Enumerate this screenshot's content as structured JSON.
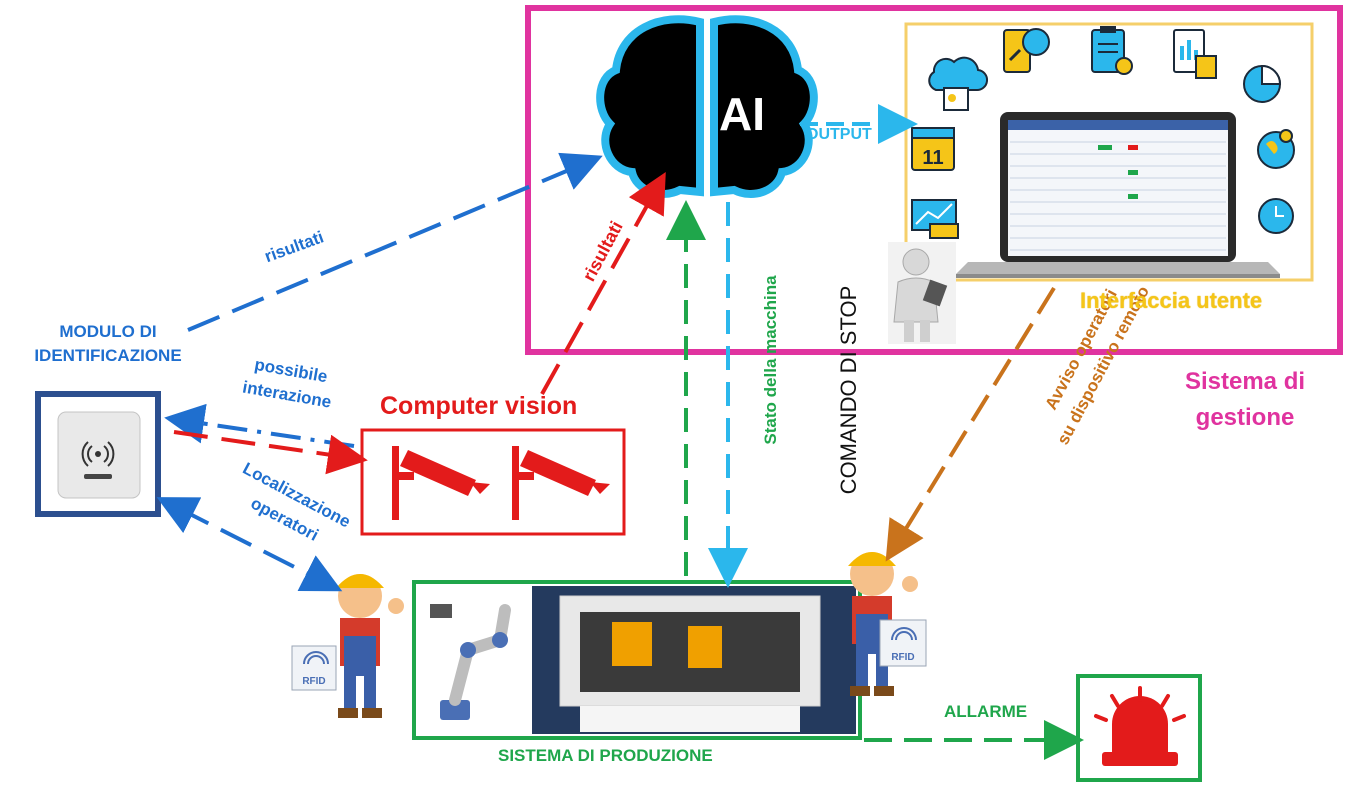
{
  "labels": {
    "modulo": "MODULO DI\nIDENTIFICAZIONE",
    "risultati_blue": "risultati",
    "possibile": "possibile\ninterazione",
    "localizzazione": "Localizzazione\noperatori",
    "computer_vision": "Computer vision",
    "risultati_red": "risultati",
    "output": "OUTPUT",
    "stato": "Stato della macchina",
    "comando": "COMANDO DI STOP",
    "avviso": "Avviso operatori\nsu dispositivo remoto",
    "interfaccia": "Interfaccia utente",
    "sistema_gestione": "Sistema di\ngestione",
    "sistema_produzione": "SISTEMA DI PRODUZIONE",
    "allarme": "ALLARME",
    "ai": "AI",
    "calendar_day": "11",
    "rfid": "RFID"
  },
  "colors": {
    "blue": "#1f6fcf",
    "red": "#e31b1b",
    "green": "#1fa64b",
    "orange": "#c9731c",
    "magenta": "#e0339f",
    "yellow": "#f5c518",
    "cyan": "#2bb7ec",
    "navy": "#2c4f8f"
  }
}
